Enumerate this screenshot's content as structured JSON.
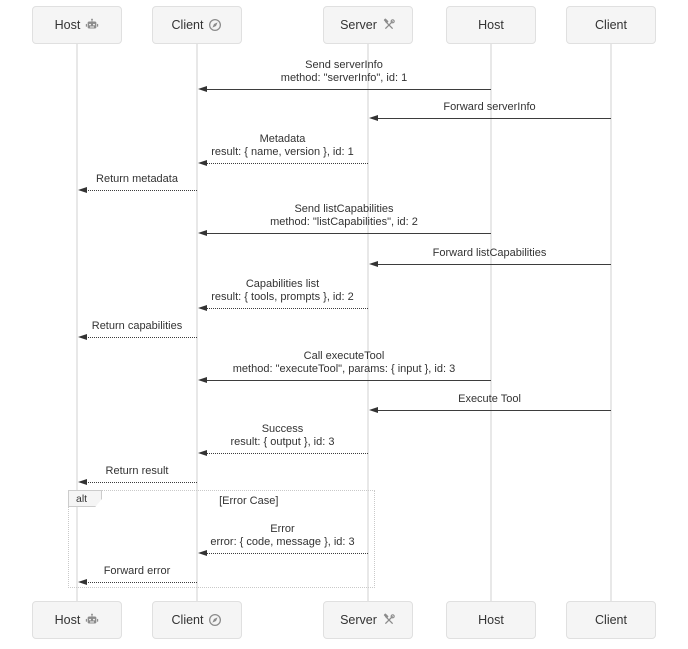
{
  "diagram": {
    "type": "sequence",
    "actors": [
      {
        "name": "Host",
        "icon": "robot-icon"
      },
      {
        "name": "Client",
        "icon": "compass-icon"
      },
      {
        "name": "Server",
        "icon": "tools-icon"
      },
      {
        "name": "Host",
        "icon": null
      },
      {
        "name": "Client",
        "icon": null
      }
    ],
    "messages": [
      {
        "title": "Send serverInfo",
        "detail": "method: \"serverInfo\", id: 1",
        "from_index": 3,
        "to_index": 1,
        "line": "solid"
      },
      {
        "title": "Forward serverInfo",
        "detail": "",
        "from_index": 4,
        "to_index": 2,
        "line": "solid"
      },
      {
        "title": "Metadata",
        "detail": "result: { name, version }, id: 1",
        "from_index": 2,
        "to_index": 1,
        "line": "dashed"
      },
      {
        "title": "Return metadata",
        "detail": "",
        "from_index": 1,
        "to_index": 0,
        "line": "dashed"
      },
      {
        "title": "Send listCapabilities",
        "detail": "method: \"listCapabilities\", id: 2",
        "from_index": 3,
        "to_index": 1,
        "line": "solid"
      },
      {
        "title": "Forward listCapabilities",
        "detail": "",
        "from_index": 4,
        "to_index": 2,
        "line": "solid"
      },
      {
        "title": "Capabilities list",
        "detail": "result: { tools, prompts }, id: 2",
        "from_index": 2,
        "to_index": 1,
        "line": "dashed"
      },
      {
        "title": "Return capabilities",
        "detail": "",
        "from_index": 1,
        "to_index": 0,
        "line": "dashed"
      },
      {
        "title": "Call executeTool",
        "detail": "method: \"executeTool\", params: { input }, id: 3",
        "from_index": 3,
        "to_index": 1,
        "line": "solid"
      },
      {
        "title": "Execute Tool",
        "detail": "",
        "from_index": 4,
        "to_index": 2,
        "line": "solid"
      },
      {
        "title": "Success",
        "detail": "result: { output }, id: 3",
        "from_index": 2,
        "to_index": 1,
        "line": "dashed"
      },
      {
        "title": "Return result",
        "detail": "",
        "from_index": 1,
        "to_index": 0,
        "line": "dashed"
      },
      {
        "title": "Error",
        "detail": "error: { code, message }, id: 3",
        "from_index": 2,
        "to_index": 1,
        "line": "dashed"
      },
      {
        "title": "Forward error",
        "detail": "",
        "from_index": 1,
        "to_index": 0,
        "line": "dashed"
      }
    ],
    "alt_frame": {
      "operator": "alt",
      "case_label": "[Error Case]"
    }
  },
  "colors": {
    "background": "#ffffff",
    "actor_fill": "#f5f5f5",
    "actor_border": "#e0e0e0",
    "lifeline": "#e8e8e8",
    "arrow": "#333333",
    "text": "#333333",
    "frame_border": "#c9c9c9"
  }
}
